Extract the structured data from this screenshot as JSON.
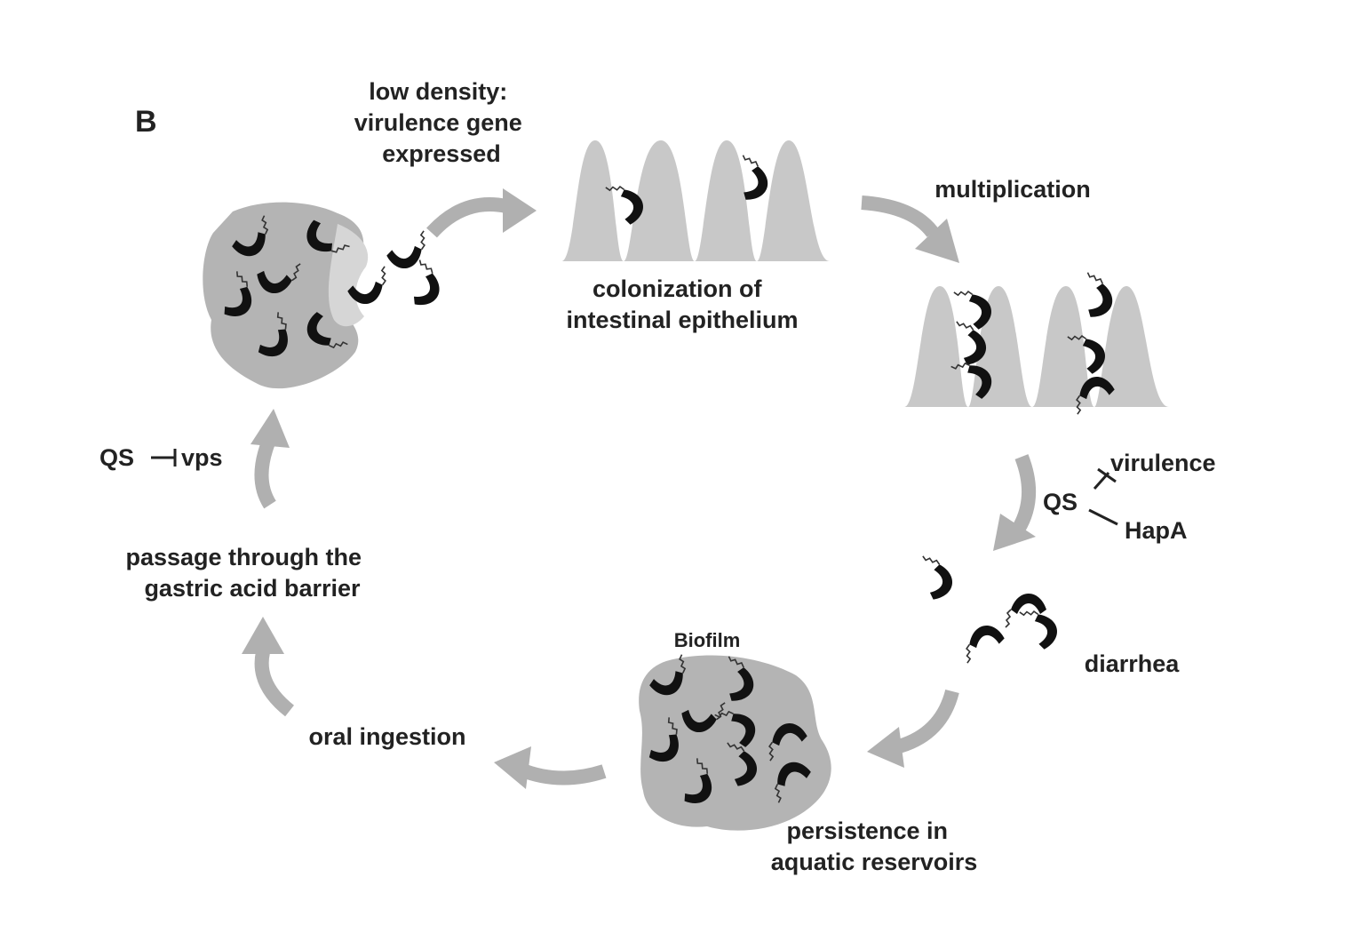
{
  "panel_letter": "B",
  "labels": {
    "low_density": [
      "low density:",
      "virulence gene",
      "expressed"
    ],
    "colonization": [
      "colonization of",
      "intestinal epithelium"
    ],
    "multiplication": "multiplication",
    "qs_right": "QS",
    "virulence": "virulence",
    "hapa": "HapA",
    "diarrhea": "diarrhea",
    "biofilm": "Biofilm",
    "persistence": [
      "persistence in",
      "aquatic reservoirs"
    ],
    "oral_ingestion": "oral ingestion",
    "passage": [
      "passage through the",
      "gastric acid barrier"
    ],
    "qs_left": "QS",
    "vps": "vps"
  },
  "colors": {
    "blob": "#b4b4b4",
    "villi": "#c8c8c8",
    "arrow": "#b0b0b0",
    "bacterium": "#111111",
    "text": "#222222"
  }
}
